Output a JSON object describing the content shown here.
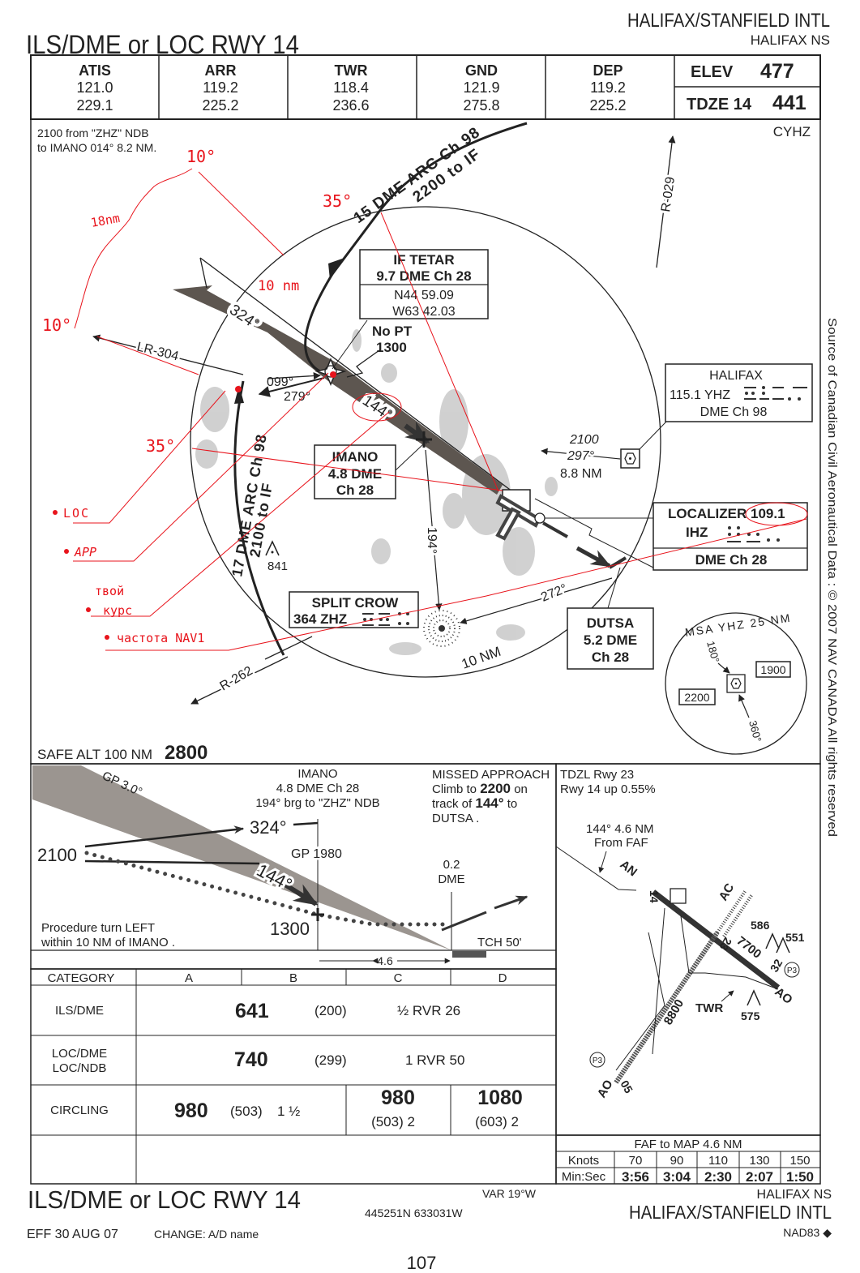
{
  "header": {
    "title": "ILS/DME or LOC RWY 14",
    "airport": "HALIFAX/STANFIELD INTL",
    "city": "HALIFAX  NS"
  },
  "frequencies": [
    {
      "label": "ATIS",
      "v1": "121.0",
      "v2": "229.1"
    },
    {
      "label": "ARR",
      "v1": "119.2",
      "v2": "225.2"
    },
    {
      "label": "TWR",
      "v1": "118.4",
      "v2": "236.6"
    },
    {
      "label": "GND",
      "v1": "121.9",
      "v2": "275.8"
    },
    {
      "label": "DEP",
      "v1": "119.2",
      "v2": "225.2"
    }
  ],
  "elevation": {
    "elev_label": "ELEV",
    "elev": "477",
    "tdze_label": "TDZE  14",
    "tdze": "441"
  },
  "plan_view": {
    "note_line1": "2100 from \"ZHZ\" NDB",
    "note_line2": "to IMANO 014°  8.2 NM.",
    "icao": "CYHZ",
    "arc15_line1": "15 DME ARC Ch 98",
    "arc15_line2": "2200  to  IF",
    "arc17_line1": "17 DME ARC  Ch 98",
    "arc17_line2": "2100  to  IF",
    "r029": "R-029",
    "lr304": "LR-304",
    "r262": "R-262",
    "outbound": "324°",
    "inbound": "144°",
    "pt_out": "099°",
    "pt_in": "279°",
    "brg194": "194°",
    "brg272": "272°",
    "ring": "10 NM",
    "vor_route": {
      "alt": "2100",
      "course": "297°",
      "dist": "8.8 NM"
    },
    "obstacle": "841",
    "if_box": {
      "name": "IF TETAR",
      "dme": "9.7 DME Ch 28",
      "lat": "N44 59.09",
      "lon": "W63 42.03"
    },
    "no_pt": {
      "line1": "No PT",
      "line2": "1300"
    },
    "imano_box": {
      "name": "IMANO",
      "dme": "4.8 DME",
      "ch": "Ch 28"
    },
    "ndb_box": {
      "name": "SPLIT CROW",
      "freq": "364 ZHZ"
    },
    "dutsa_box": {
      "name": "DUTSA",
      "dme": "5.2 DME",
      "ch": "Ch 28"
    },
    "vor_box": {
      "name": "HALIFAX",
      "freq": "115.1 YHZ",
      "dme": "DME Ch 98"
    },
    "loc_box": {
      "freq": "LOCALIZER 109.1",
      "ident": "IHZ",
      "dme": "DME Ch 28"
    },
    "msa": {
      "label": "MSA  YHZ  25 NM",
      "brg1": "180°",
      "brg2": "360°",
      "alt1": "1900",
      "alt2": "2200"
    },
    "safe_alt_label": "SAFE ALT 100 NM",
    "safe_alt": "2800"
  },
  "annotations": {
    "color": "#e8141c",
    "a10_top": "10°",
    "a18nm": "18nm",
    "a35_top": "35°",
    "a10nm": "10 nm",
    "a10_left": "10°",
    "a35_left": "35°",
    "loc": "LOC",
    "app": "APP",
    "course1": "твой",
    "course2": "курс",
    "nav1": "частота   NAV1"
  },
  "profile": {
    "gp": "GP 3.0°",
    "imano_line1": "IMANO",
    "imano_line2": "4.8 DME Ch 28",
    "imano_line3": "194°  brg to \"ZHZ\" NDB",
    "missed_line1": "MISSED APPROACH",
    "missed_climb": "Climb to",
    "missed_alt": "2200",
    "missed_on": "on",
    "missed_track": "track of",
    "missed_crs": "144°",
    "missed_to": "to",
    "missed_fix": "DUTSA .",
    "outbound": "324°",
    "inbound": "144°",
    "alt2100": "2100",
    "gp1980": "GP 1980",
    "alt1300": "1300",
    "dme02_1": "0.2",
    "dme02_2": "DME",
    "pt_note1": "Procedure turn LEFT",
    "pt_note2": "within 10 NM of IMANO .",
    "tch": "TCH 50'",
    "dist": "4.6"
  },
  "aerodrome": {
    "tdzl": "TDZL Rwy 23",
    "slope": "Rwy 14 up 0.55%",
    "faf1": "144°  4.6 NM",
    "faf2": "From FAF",
    "an": "AN",
    "ac": "AC",
    "ao1": "AO",
    "ao2": "AO",
    "rwy14": "14",
    "rwy23": "23",
    "rwy32": "32",
    "rwy05": "05",
    "len1": "7700",
    "len2": "8800",
    "twr": "TWR",
    "obs1": "586",
    "obs2": "551",
    "obs3": "575",
    "p3": "P3"
  },
  "minima": {
    "headers": [
      "CATEGORY",
      "A",
      "B",
      "C",
      "D"
    ],
    "ils": {
      "label": "ILS/DME",
      "alt": "641",
      "hat": "(200)",
      "vis": "½ RVR  26"
    },
    "loc": {
      "label1": "LOC/DME",
      "label2": "LOC/NDB",
      "alt": "740",
      "hat": "(299)",
      "vis": "1  RVR 50"
    },
    "circling": {
      "label": "CIRCLING",
      "ab_alt": "980",
      "ab_hat": "(503)",
      "ab_vis": "1 ½",
      "c_alt": "980",
      "c_rest": "(503)  2",
      "d_alt": "1080",
      "d_rest": "(603)  2"
    }
  },
  "timing": {
    "title": "FAF to MAP 4.6 NM",
    "row1_label": "Knots",
    "row2_label": "Min:Sec",
    "knots": [
      "70",
      "90",
      "110",
      "130",
      "150"
    ],
    "times": [
      "3:56",
      "3:04",
      "2:30",
      "2:07",
      "1:50"
    ]
  },
  "footer": {
    "title": "ILS/DME or LOC RWY 14",
    "var": "VAR 19°W",
    "coords": "445251N 633031W",
    "city": "HALIFAX NS",
    "airport": "HALIFAX/STANFIELD INTL",
    "eff": "EFF 30 AUG 07",
    "change": "CHANGE: A/D name",
    "datum": "NAD83 ◆",
    "page": "107"
  },
  "side_note": "Source of Canadian Civil Aeronautical Data : © 2007 NAV CANADA All rights reserved"
}
